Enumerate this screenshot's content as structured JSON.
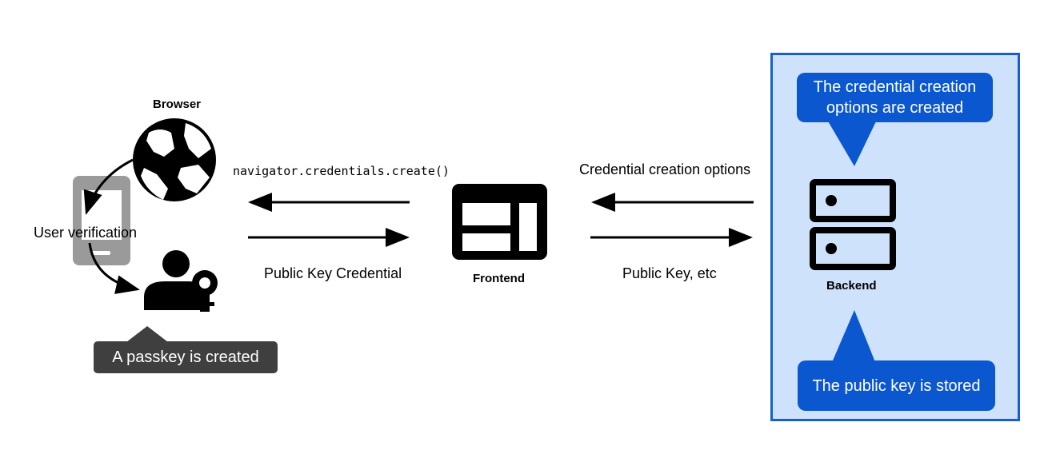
{
  "browser_label": "Browser",
  "user_verification_label": "User verification",
  "passkey_callout": "A passkey is created",
  "api_call_label": "navigator.credentials.create()",
  "public_key_credential_label": "Public Key Credential",
  "frontend_label": "Frontend",
  "credential_options_label": "Credential creation options",
  "public_key_etc_label": "Public Key, etc",
  "backend_label": "Backend",
  "options_created_callout": "The credential creation options are created",
  "public_key_stored_callout": "The public key is stored",
  "colors": {
    "backend_panel_fill": "#cfe2fc",
    "backend_panel_border": "#1a5fc8",
    "callout_blue": "#0b57d0",
    "callout_dark": "#3f3f3f",
    "device_gray": "#9a9a9a"
  }
}
